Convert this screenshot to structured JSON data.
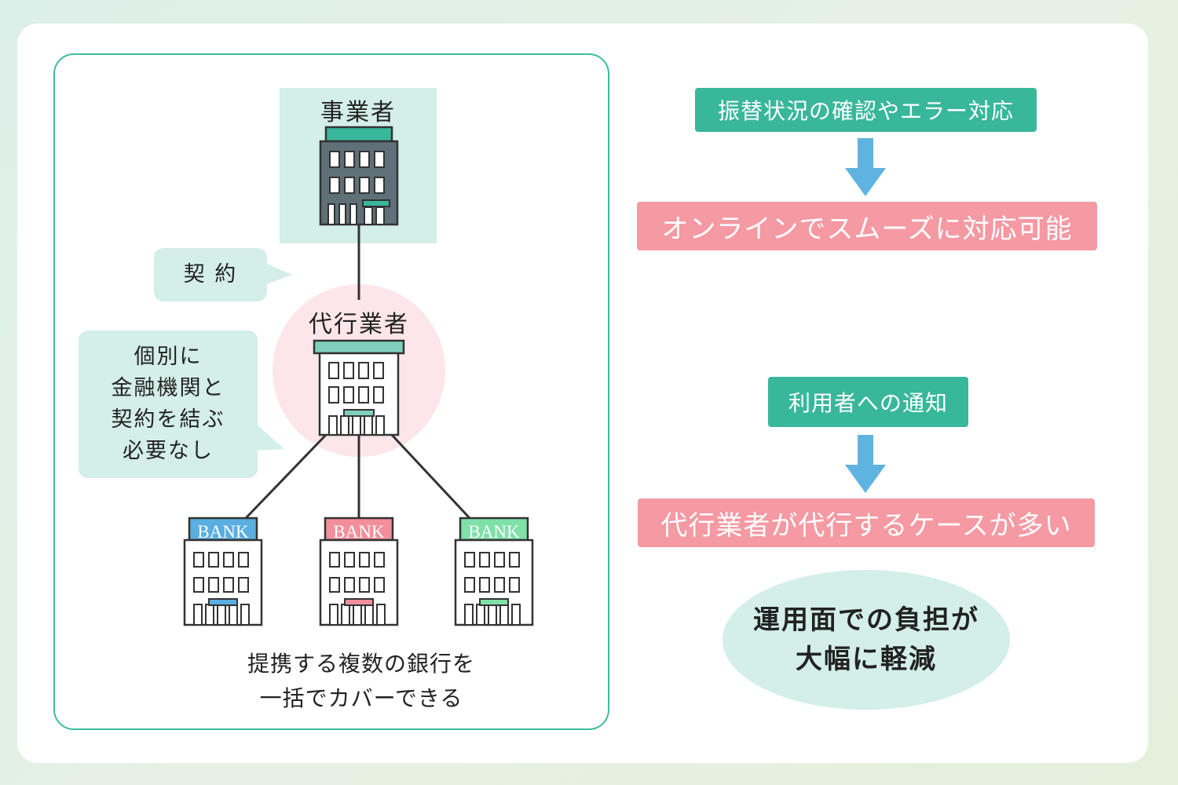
{
  "left": {
    "operator_label": "事業者",
    "contract_bubble": "契 約",
    "agent_label": "代行業者",
    "no_contract_bubble": [
      "個別に",
      "金融機関と",
      "契約を結ぶ",
      "必要なし"
    ],
    "bank_label": "BANK",
    "caption": [
      "提携する複数の銀行を",
      "一括でカバーできる"
    ]
  },
  "right": {
    "item1": "振替状況の確認やエラー対応",
    "result1": "オンラインでスムーズに対応可能",
    "item2": "利用者への通知",
    "result2": "代行業者が代行するケースが多い",
    "summary": [
      "運用面での負担が",
      "大幅に軽減"
    ]
  },
  "colors": {
    "teal": "#39b79b",
    "pink": "#f599a3",
    "arrow_blue": "#5fb3e0",
    "bank_blue": "#5aaee0",
    "bank_pink": "#f28f9b",
    "bank_green": "#7fe0a8",
    "mint_bg": "#d3efe7",
    "agent_circle": "#fde6ea"
  }
}
